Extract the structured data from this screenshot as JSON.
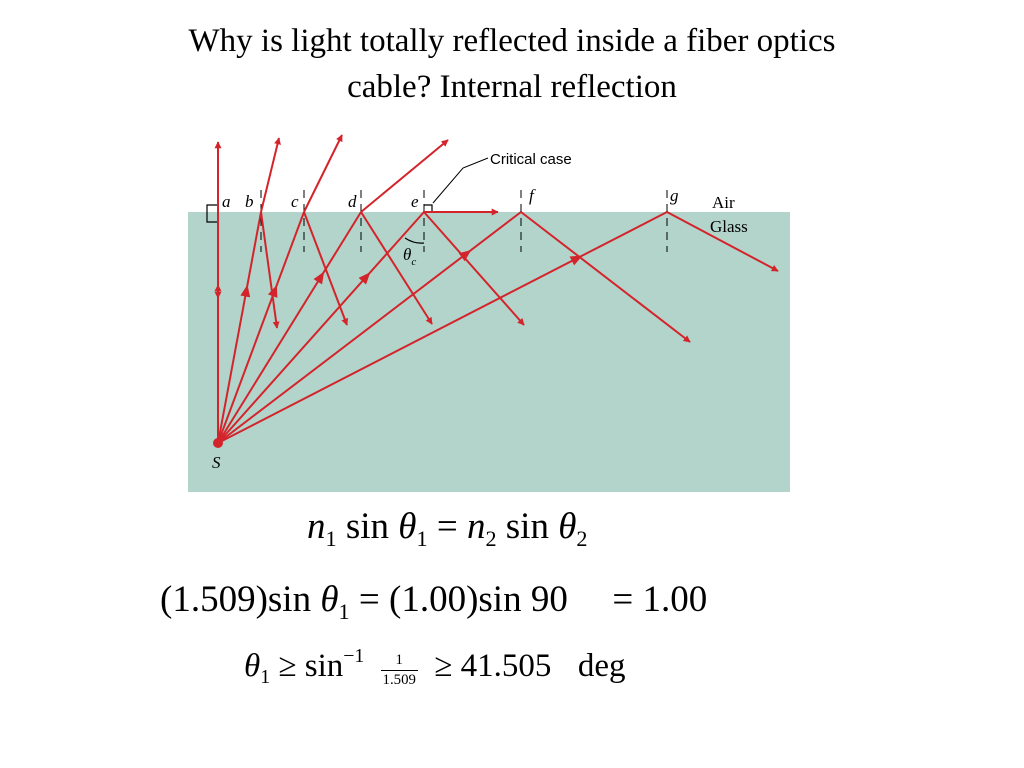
{
  "title": {
    "line1": "Why is light totally reflected inside a fiber optics",
    "line2": "cable?  Internal reflection"
  },
  "diagram": {
    "ray_labels": [
      "a",
      "b",
      "c",
      "d",
      "e",
      "f",
      "g"
    ],
    "source_label": "S",
    "critical_label": "Critical case",
    "angle_label": "θ",
    "angle_sub": "c",
    "medium_top": "Air",
    "medium_bottom": "Glass",
    "colors": {
      "glass": "#b2d4cb",
      "ray": "#d4242b",
      "text": "#000000"
    }
  },
  "equations": {
    "eq1": {
      "n": "n",
      "sub1": "1",
      "sin": "sin",
      "theta": "θ",
      "eq": "=",
      "sub2": "2"
    },
    "eq2": {
      "lhs_coef": "(1.509)",
      "sin": "sin",
      "theta": "θ",
      "sub1": "1",
      "eq": "=",
      "rhs_coef": "(1.00)",
      "angle": "90",
      "result": "1.00"
    },
    "eq3": {
      "theta": "θ",
      "sub1": "1",
      "geq": "≥",
      "sin": "sin",
      "inv": "−1",
      "frac_num": "1",
      "frac_den": "1.509",
      "result": "41.505",
      "unit": "deg"
    }
  }
}
